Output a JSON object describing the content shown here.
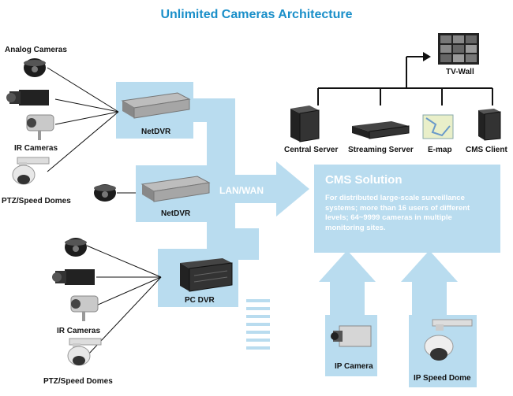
{
  "title": "Unlimited Cameras Architecture",
  "labels": {
    "analog_cameras": "Analog Cameras",
    "ir_cameras_top": "IR Cameras",
    "ptz_top": "PTZ/Speed Domes",
    "netdvr_1": "NetDVR",
    "netdvr_2": "NetDVR",
    "pc_dvr": "PC DVR",
    "ir_cameras_bottom": "IR Cameras",
    "ptz_bottom": "PTZ/Speed Domes",
    "lan_wan": "LAN/WAN",
    "tv_wall": "TV-Wall",
    "central_server": "Central Server",
    "streaming_server": "Streaming Server",
    "e_map": "E-map",
    "cms_client": "CMS Client",
    "ip_camera": "IP Camera",
    "ip_speed_dome": "IP Speed Dome"
  },
  "cms": {
    "title": "CMS Solution",
    "description": "For distributed large-scale surveillance systems; more than 16 users of different levels; 64~9999 cameras in multiple monitoring sites."
  },
  "colors": {
    "title": "#1a8fc9",
    "flow": "#b9dcef",
    "cms_box": "#b9dcef",
    "text": "#111111"
  }
}
